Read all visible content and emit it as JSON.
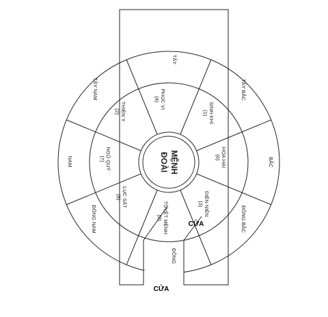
{
  "center": {
    "line1": "MỆNH",
    "line2": "ĐOÀI"
  },
  "directions": {
    "west": "TÂY",
    "northwest": "TÂY BẮC",
    "north": "BẮC",
    "northeast": "ĐÔNG BẮC",
    "east": "ĐÔNG",
    "southeast": "ĐÔNG NAM",
    "south": "NAM",
    "southwest": "TÂY NAM"
  },
  "stars": {
    "west": {
      "name": "PHỤC VỊ",
      "num": "(4)"
    },
    "northwest": {
      "name": "SINH KHÍ",
      "num": "(1)"
    },
    "north": {
      "name": "HỌA HẠI",
      "num": "(6)"
    },
    "northeast": {
      "name": "DIÊN NIÊN",
      "num": "(3)"
    },
    "east": {
      "name": "TUYỆT MỆNH",
      "num": "(8)"
    },
    "southeast": {
      "name": "LỤC SÁT",
      "num": "(8)"
    },
    "south": {
      "name": "NGŨ QUỶ",
      "num": "(7)"
    },
    "southwest": {
      "name": "THIÊN Y",
      "num": "(2)"
    }
  },
  "doors": {
    "main": "CỬA",
    "inner": "CỬA"
  }
}
